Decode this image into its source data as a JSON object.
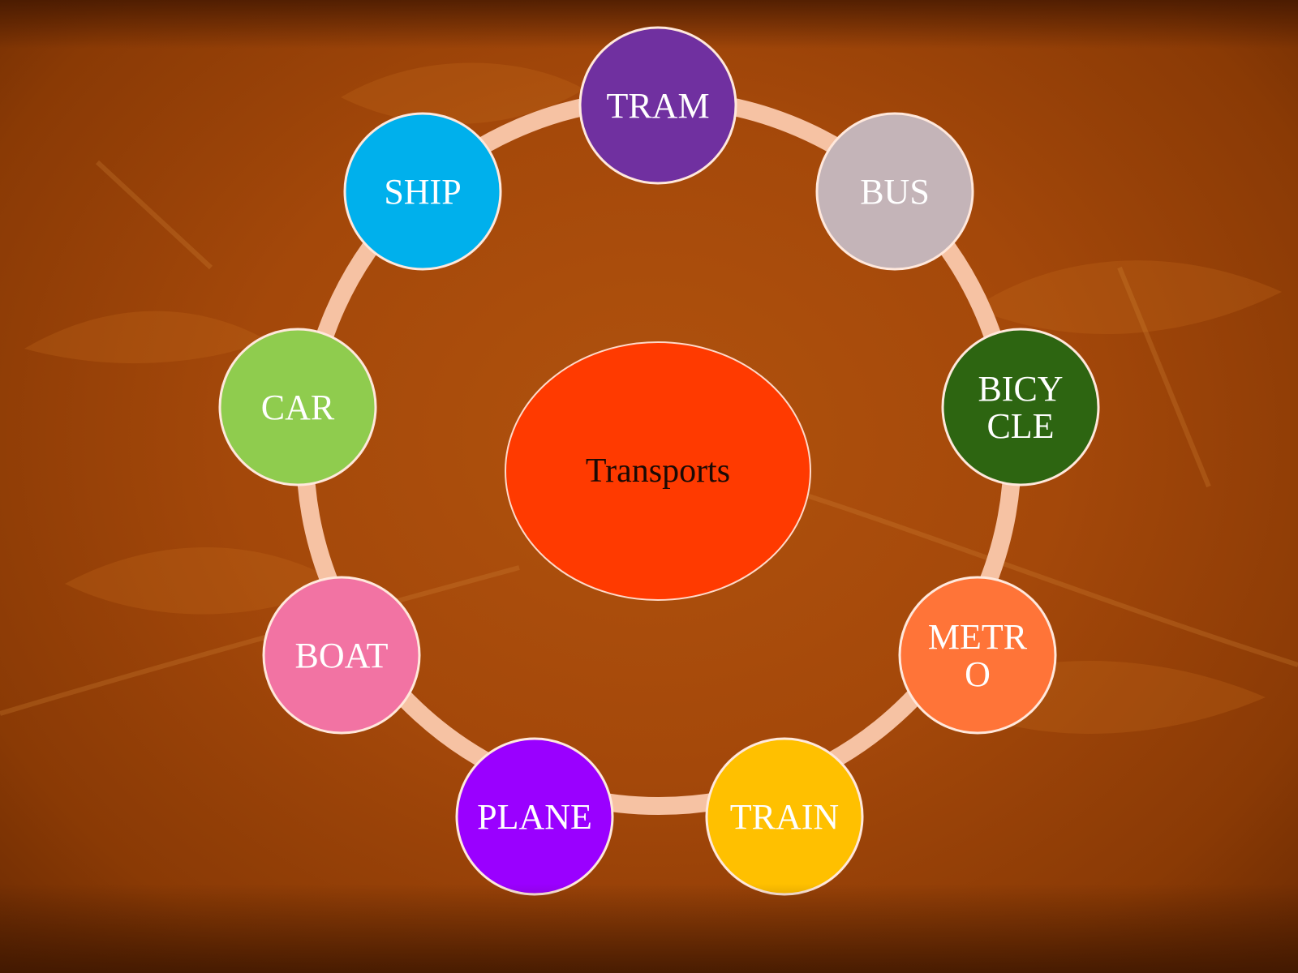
{
  "diagram": {
    "center": {
      "label": "Transports",
      "color": "#ff3a00"
    },
    "ring_color": "#f6c2a3",
    "nodes": [
      {
        "id": "tram",
        "lines": [
          "TRAM"
        ],
        "color": "#7030a0"
      },
      {
        "id": "bus",
        "lines": [
          "BUS"
        ],
        "color": "#c4b4b8"
      },
      {
        "id": "bicycle",
        "lines": [
          "BICY",
          "CLE"
        ],
        "color": "#2d6511"
      },
      {
        "id": "metro",
        "lines": [
          "METR",
          "O"
        ],
        "color": "#ff7438"
      },
      {
        "id": "train",
        "lines": [
          "TRAIN"
        ],
        "color": "#ffc000"
      },
      {
        "id": "plane",
        "lines": [
          "PLANE"
        ],
        "color": "#9a00ff"
      },
      {
        "id": "boat",
        "lines": [
          "BOAT"
        ],
        "color": "#f273a3"
      },
      {
        "id": "car",
        "lines": [
          "CAR"
        ],
        "color": "#8fcc4e"
      },
      {
        "id": "ship",
        "lines": [
          "SHIP"
        ],
        "color": "#00b0ec"
      }
    ]
  }
}
